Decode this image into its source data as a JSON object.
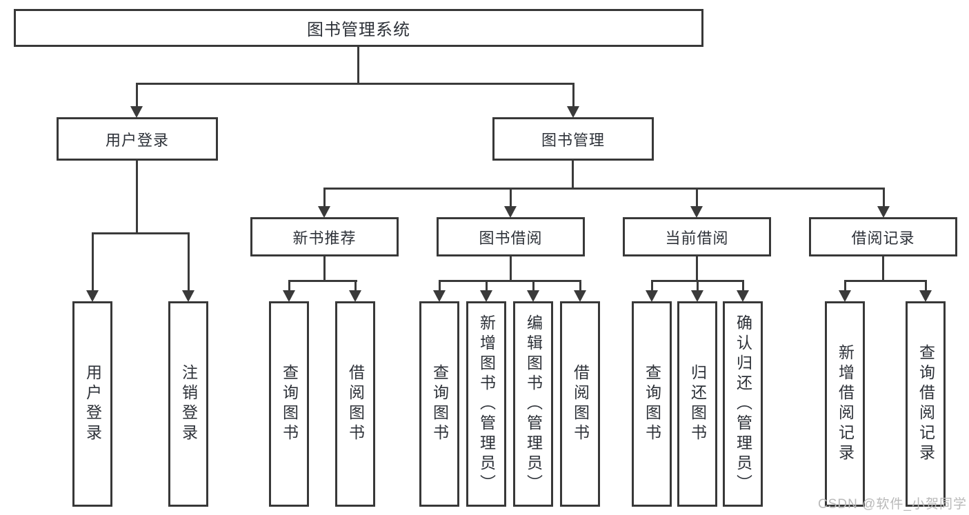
{
  "diagram": {
    "type": "hierarchy-tree",
    "nodes": {
      "root": "图书管理系统",
      "user_login": "用户登录",
      "book_mgmt": "图书管理",
      "new_books": "新书推荐",
      "book_borrow": "图书借阅",
      "current_borrow": "当前借阅",
      "borrow_records": "借阅记录"
    },
    "leaves": {
      "user_login": [
        "用户登录",
        "注销登录"
      ],
      "new_books": [
        "查询图书",
        "借阅图书"
      ],
      "book_borrow": [
        "查询图书",
        "新增图书（管理员）",
        "编辑图书（管理员）",
        "借阅图书"
      ],
      "current_borrow": [
        "查询图书",
        "归还图书",
        "确认归还（管理员）"
      ],
      "borrow_records": [
        "新增借阅记录",
        "查询借阅记录"
      ]
    },
    "edges": [
      [
        "图书管理系统",
        "用户登录"
      ],
      [
        "图书管理系统",
        "图书管理"
      ],
      [
        "用户登录",
        "用户登录"
      ],
      [
        "用户登录",
        "注销登录"
      ],
      [
        "图书管理",
        "新书推荐"
      ],
      [
        "图书管理",
        "图书借阅"
      ],
      [
        "图书管理",
        "当前借阅"
      ],
      [
        "图书管理",
        "借阅记录"
      ],
      [
        "新书推荐",
        "查询图书"
      ],
      [
        "新书推荐",
        "借阅图书"
      ],
      [
        "图书借阅",
        "查询图书"
      ],
      [
        "图书借阅",
        "新增图书（管理员）"
      ],
      [
        "图书借阅",
        "编辑图书（管理员）"
      ],
      [
        "图书借阅",
        "借阅图书"
      ],
      [
        "当前借阅",
        "查询图书"
      ],
      [
        "当前借阅",
        "归还图书"
      ],
      [
        "当前借阅",
        "确认归还（管理员）"
      ],
      [
        "借阅记录",
        "新增借阅记录"
      ],
      [
        "借阅记录",
        "查询借阅记录"
      ]
    ],
    "colors": {
      "line": "#3a3a3a",
      "text": "#2d3138",
      "box_fill": "#ffffff",
      "background": "#ffffff",
      "watermark": "#b9b9b9"
    },
    "watermark": "CSDN @软件_小贺同学"
  }
}
